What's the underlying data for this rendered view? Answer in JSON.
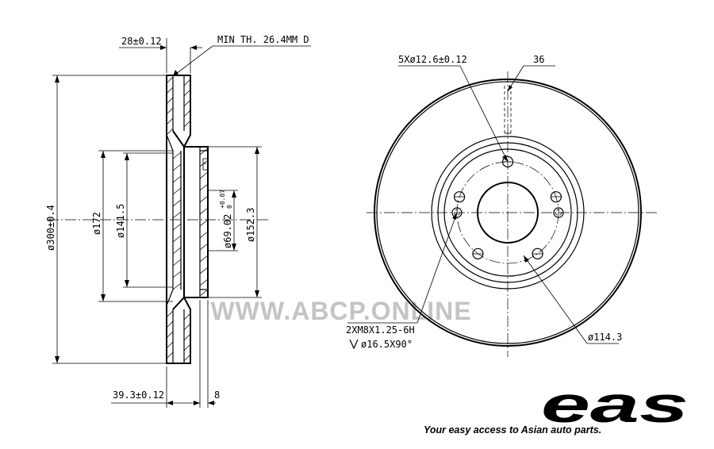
{
  "watermark": "WWW.ABCP.ONLINE",
  "brand": {
    "logo_text": "eas",
    "tagline": "Your easy access to Asian auto parts."
  },
  "side_view": {
    "width_label": "28±0.12",
    "min_thickness_label": "MIN TH. 26.4MM D",
    "outer_diameter_label": "ø300±0.4",
    "d172_label": "ø172",
    "d141_label": "ø141.5",
    "bore_label": "ø69.02",
    "bore_tol_upper": "+0.07",
    "bore_tol_lower": "0",
    "d152_label": "ø152.3",
    "height_label": "39.3±0.12",
    "flange_label": "8"
  },
  "front_view": {
    "bolt_holes_label": "5Xø12.6±0.12",
    "angle_label": "36",
    "thread_label": "2XM8X1.25-6H",
    "countersink_label": "ø16.5X90°",
    "pcd_label": "ø114.3"
  }
}
